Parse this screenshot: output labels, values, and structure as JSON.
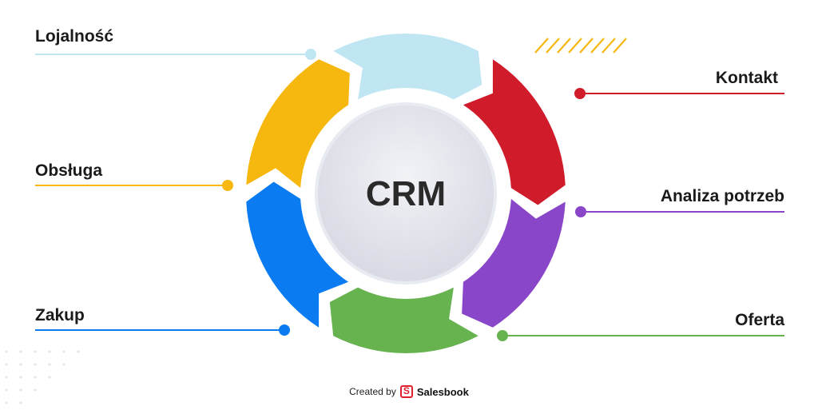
{
  "center": {
    "label": "CRM"
  },
  "stages": [
    {
      "id": "lojalnosc",
      "label": "Lojalność",
      "color": "#bfe6f2"
    },
    {
      "id": "kontakt",
      "label": "Kontakt",
      "color": "#d01b2a"
    },
    {
      "id": "analiza",
      "label": "Analiza potrzeb",
      "color": "#8a46c9"
    },
    {
      "id": "oferta",
      "label": "Oferta",
      "color": "#66b34f"
    },
    {
      "id": "zakup",
      "label": "Zakup",
      "color": "#0a7bf1"
    },
    {
      "id": "obsluga",
      "label": "Obsługa",
      "color": "#f6b80f"
    }
  ],
  "footer": {
    "created_by": "Created by",
    "brand": "Salesbook"
  }
}
